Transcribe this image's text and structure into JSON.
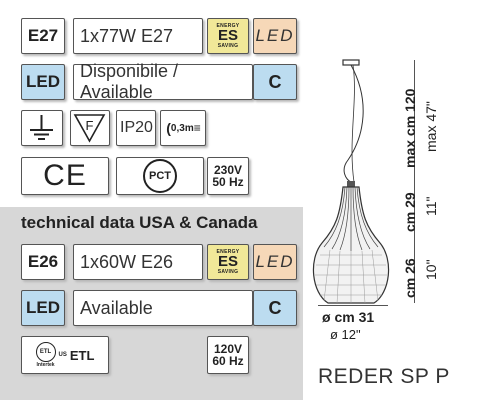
{
  "eu": {
    "socket": "E27",
    "bulb": "1x77W E27",
    "energy_top": "ENERGY",
    "energy_mid": "ES",
    "energy_bot": "SAVING",
    "led_tag": "LED",
    "led_label": "LED",
    "availability": "Disponibile / Available",
    "class": "C",
    "ip": "IP20",
    "distance": "0,3m",
    "ce": "CE",
    "gost": "PCT",
    "voltage": "230V",
    "frequency": "50 Hz"
  },
  "na": {
    "heading": "technical data USA & Canada",
    "socket": "E26",
    "bulb": "1x60W E26",
    "energy_top": "ENERGY",
    "energy_mid": "ES",
    "energy_bot": "SAVING",
    "led_tag": "LED",
    "led_label": "LED",
    "availability": "Available",
    "class": "C",
    "cert_small": "US",
    "cert_bottom": "Intertek",
    "etl": "ETL",
    "voltage": "120V",
    "frequency": "60 Hz"
  },
  "dims": {
    "height_total_cm": "max cm 120",
    "height_total_in": "max 47\"",
    "height_shade_cm": "cm 29",
    "height_shade_in": "11\"",
    "height_base_cm": "cm 26",
    "height_base_in": "10\"",
    "diameter_cm": "ø cm 31",
    "diameter_in": "ø 12\""
  },
  "product": "REDER SP P",
  "colors": {
    "led_blue": "#bcdcf0",
    "led_orange": "#f6d8b8",
    "energy_yellow": "#f1e898",
    "panel_grey": "#d7d7d7"
  }
}
